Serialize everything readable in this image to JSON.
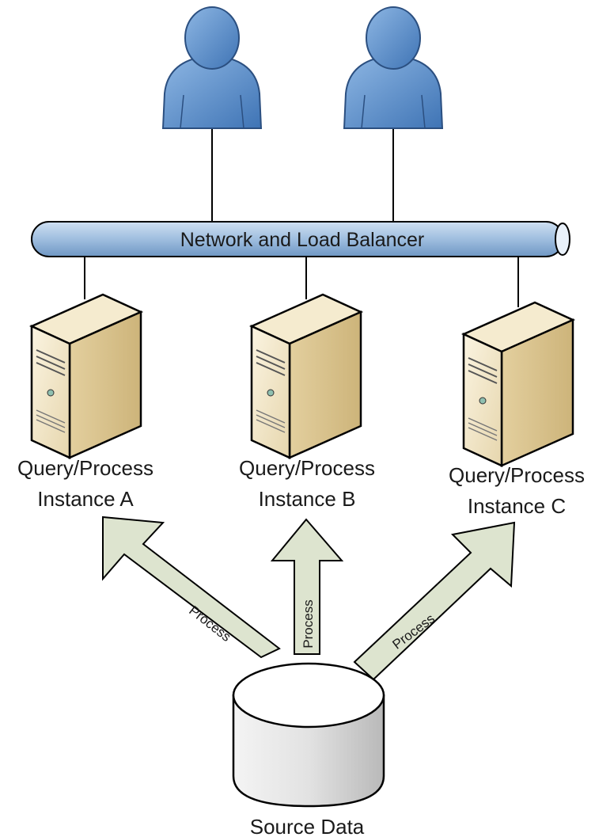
{
  "load_balancer": {
    "label": "Network and Load Balancer"
  },
  "servers": [
    {
      "line1": "Query/Process",
      "line2": "Instance A"
    },
    {
      "line1": "Query/Process",
      "line2": "Instance B"
    },
    {
      "line1": "Query/Process",
      "line2": "Instance C"
    }
  ],
  "arrows": [
    {
      "label": "Process"
    },
    {
      "label": "Process"
    },
    {
      "label": "Process"
    }
  ],
  "source": {
    "label": "Source Data"
  },
  "users": [
    {
      "icon": "user-icon"
    },
    {
      "icon": "user-icon"
    }
  ],
  "colors": {
    "user_blue": "#5b8fc9",
    "pipe_blue": "#9fbedf",
    "server_beige": "#efe3c2",
    "arrow_green": "#dde4cf",
    "db_gray": "#e4e4e4"
  }
}
